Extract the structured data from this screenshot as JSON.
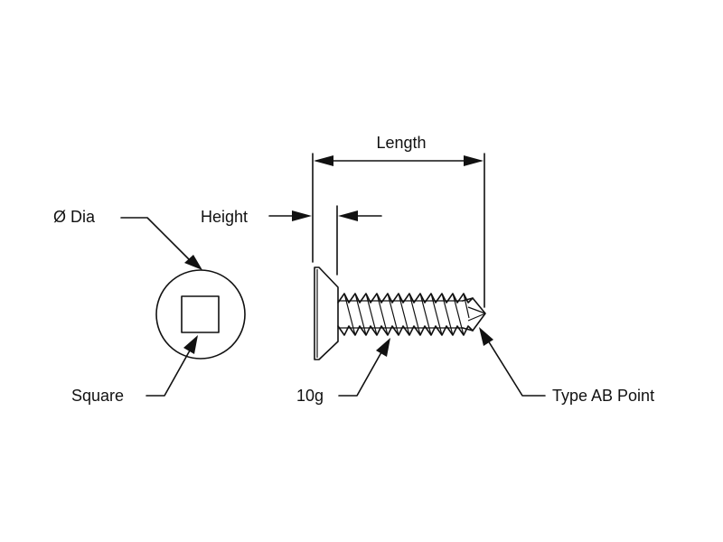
{
  "labels": {
    "diameter": "Ø Dia",
    "height": "Height",
    "length": "Length",
    "square": "Square",
    "gauge": "10g",
    "point": "Type AB Point"
  },
  "colors": {
    "ink": "#111111",
    "background": "#ffffff"
  }
}
